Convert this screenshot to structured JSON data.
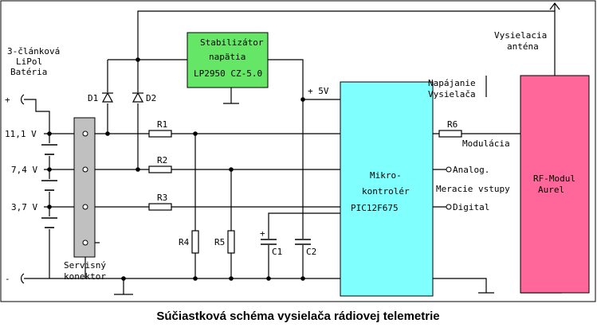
{
  "title": "Súčiastková schéma vysielača rádiovej telemetrie",
  "battery": {
    "label_line1": "3-článková",
    "label_line2": "LiPol",
    "label_line3": "Batéria"
  },
  "terminals": {
    "plus": "+",
    "minus": "-"
  },
  "voltages": {
    "v111": "11,1 V",
    "v74": "7,4 V",
    "v37": "3,7 V"
  },
  "regulator": {
    "line1": "Stabilizátor",
    "line2": "napätia",
    "line3": "LP2950 CZ-5.0"
  },
  "supply_label": "+ 5V",
  "diodes": {
    "d1": "D1",
    "d2": "D2"
  },
  "resistors": {
    "r1": "R1",
    "r2": "R2",
    "r3": "R3",
    "r4": "R4",
    "r5": "R5",
    "r6": "R6"
  },
  "capacitors": {
    "c1": "C1",
    "c2": "C2",
    "c1_polarity": "+"
  },
  "connector": {
    "line1": "Servisný",
    "line2": "konektor"
  },
  "mcu": {
    "line1": "Mikro-",
    "line2": "kontrolér",
    "line3": "PIC12F675"
  },
  "inputs": {
    "analog": "Analog.",
    "digital": "Digital",
    "caption": "Meracie vstupy"
  },
  "modulation": "Modulácia",
  "tx_power": {
    "line1": "Napájanie",
    "line2": "Vysielača"
  },
  "antenna": {
    "line1": "Vysielacia",
    "line2": "anténa"
  },
  "rf_module": {
    "line1": "RF-Modul",
    "line2": "Aurel"
  },
  "colors": {
    "regulator_fill": "#66e666",
    "mcu_fill": "#80ffff",
    "rf_fill": "#ff6699",
    "connector_fill": "#c0c0c0",
    "background": "#ffffff",
    "frame": "#000000"
  }
}
